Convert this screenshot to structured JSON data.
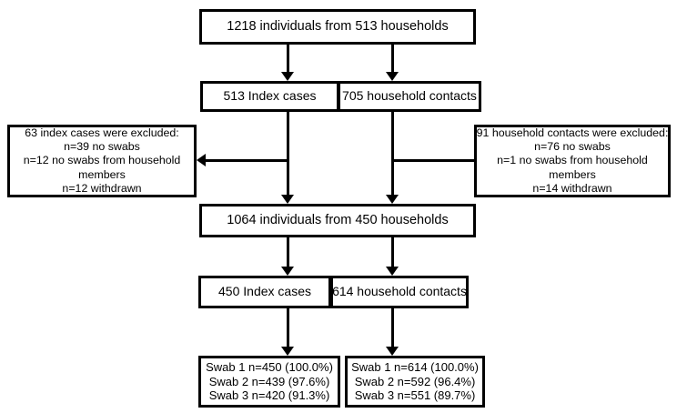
{
  "diagram": {
    "title": "Participant flow diagram",
    "background_color": "#ffffff",
    "line_color": "#000000",
    "nodes": {
      "total_enrolled": {
        "lines": [
          "1218 individuals from 513 households"
        ]
      },
      "index_initial": {
        "lines": [
          "513 Index cases"
        ]
      },
      "contacts_initial": {
        "lines": [
          "705 household contacts"
        ]
      },
      "excluded_index": {
        "lines": [
          "63 index cases were excluded:",
          "n=39 no swabs",
          "n=12 no swabs from household",
          "members",
          "n=12 withdrawn"
        ]
      },
      "excluded_contacts": {
        "lines": [
          "91 household contacts were excluded:",
          "n=76 no swabs",
          "n=1 no swabs from household",
          "members",
          "n=14 withdrawn"
        ]
      },
      "total_analysed": {
        "lines": [
          "1064 individuals from 450 households"
        ]
      },
      "index_final": {
        "lines": [
          "450 Index cases"
        ]
      },
      "contacts_final": {
        "lines": [
          "614 household contacts"
        ]
      },
      "swabs_index": {
        "lines": [
          "Swab 1 n=450 (100.0%)",
          "Swab 2 n=439 (97.6%)",
          "Swab 3 n=420 (91.3%)"
        ]
      },
      "swabs_contacts": {
        "lines": [
          "Swab 1 n=614 (100.0%)",
          "Swab 2 n=592 (96.4%)",
          "Swab 3 n=551 (89.7%)"
        ]
      }
    }
  }
}
